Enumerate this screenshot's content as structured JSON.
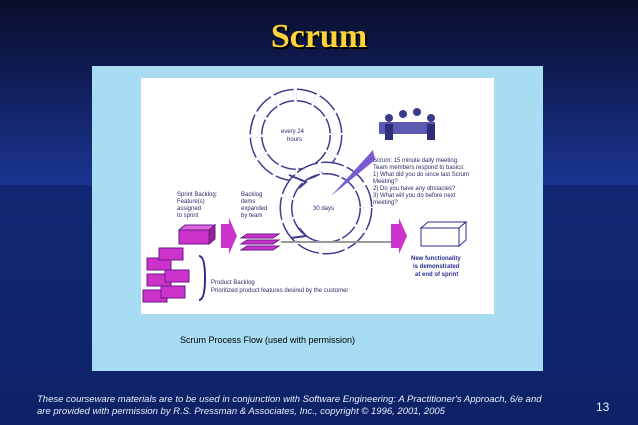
{
  "slide": {
    "title": "Scrum",
    "page_number": "13",
    "footer_line1": "These courseware materials are to be used in conjunction with Software Engineering: A Practitioner's Approach, 6/e and",
    "footer_line2": "are provided with permission by R.S. Pressman & Associates, Inc., copyright © 1996, 2001, 2005"
  },
  "figure": {
    "caption": "Scrum Process Flow (used with permission)",
    "daily_cycle_label_1": "every 24",
    "daily_cycle_label_2": "hours",
    "sprint_cycle_label": "30 days",
    "sprint_backlog_1": "Sprint Backlog:",
    "sprint_backlog_2": "Feature(s)",
    "sprint_backlog_3": "assigned",
    "sprint_backlog_4": "to sprint",
    "backlog_items_1": "Backlog",
    "backlog_items_2": "items",
    "backlog_items_3": "expanded",
    "backlog_items_4": "by team",
    "meeting_1": "Scrum: 15 minute daily meeting.",
    "meeting_2": "Team members respond to basics:",
    "meeting_3": "1) What did you do since last Scrum",
    "meeting_4": "Meeting?",
    "meeting_5": "2) Do you have any obstacles?",
    "meeting_6": "3) What will you do before next",
    "meeting_7": "meeting?",
    "product_backlog_title": "Product Backlog",
    "product_backlog_desc": "Prioritized product features desired by the customer",
    "result_1": "New functionality",
    "result_2": "is demonstrated",
    "result_3": "at end of sprint"
  }
}
